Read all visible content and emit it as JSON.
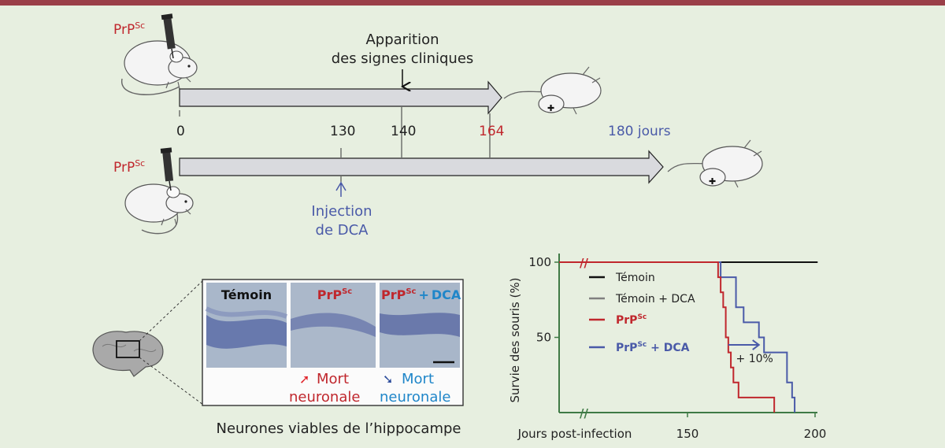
{
  "colors": {
    "background": "#e7efe0",
    "top_bar": "#9a3f48",
    "prion_red": "#c0272d",
    "dca_blue": "#4a5aa8",
    "dca_light_blue": "#1f86c9",
    "timeline_fill": "#d9dade",
    "axis_green": "#3f7a45",
    "grey_curve": "#808080",
    "black_curve": "#111111"
  },
  "timeline": {
    "prp_label": "PrP",
    "prp_sup": "Sc",
    "zero": "0",
    "t130": "130",
    "t140": "140",
    "t164": "164",
    "t180": "180 jours",
    "clinical_signs_line1": "Apparition",
    "clinical_signs_line2": "des signes cliniques",
    "injection_line1": "Injection",
    "injection_line2": "de DCA"
  },
  "histology": {
    "panel_temoin": "Témoin",
    "panel_prp": "PrP",
    "panel_prp_sup": "Sc",
    "panel_plus": "+",
    "panel_dca": "DCA",
    "arrow_up_symbol": "➚",
    "arrow_down_symbol": "➘",
    "mort_label": "Mort",
    "neuronale_label": "neuronale",
    "caption": "Neurones viables de l’hippocampe"
  },
  "chart_data": {
    "type": "line",
    "step": true,
    "xlabel": "Jours post-infection",
    "ylabel": "Survie des souris (%)",
    "xticks": [
      150,
      200
    ],
    "yticks": [
      50,
      100
    ],
    "axis_break": "//",
    "legend_position": "top-right",
    "annotation": "+ 10%",
    "series": [
      {
        "name": "Témoin",
        "color": "#111111",
        "x": [
          100,
          201
        ],
        "y": [
          100,
          100
        ]
      },
      {
        "name": "Témoin + DCA",
        "color": "#808080",
        "x": [
          100,
          201
        ],
        "y": [
          100,
          100
        ]
      },
      {
        "name": "PrP",
        "name_sup": "Sc",
        "color": "#c0272d",
        "x": [
          100,
          161,
          162,
          163,
          164,
          165,
          166,
          167,
          168,
          170,
          184
        ],
        "y": [
          100,
          100,
          90,
          80,
          70,
          50,
          40,
          30,
          20,
          10,
          0
        ]
      },
      {
        "name": "PrP",
        "name_sup": "Sc",
        "name_suffix": " + DCA",
        "color": "#4a5aa8",
        "x": [
          100,
          162,
          163,
          169,
          172,
          175,
          178,
          180,
          184,
          187,
          189,
          191,
          192
        ],
        "y": [
          100,
          100,
          90,
          70,
          60,
          60,
          50,
          40,
          40,
          40,
          20,
          10,
          0
        ]
      }
    ]
  }
}
